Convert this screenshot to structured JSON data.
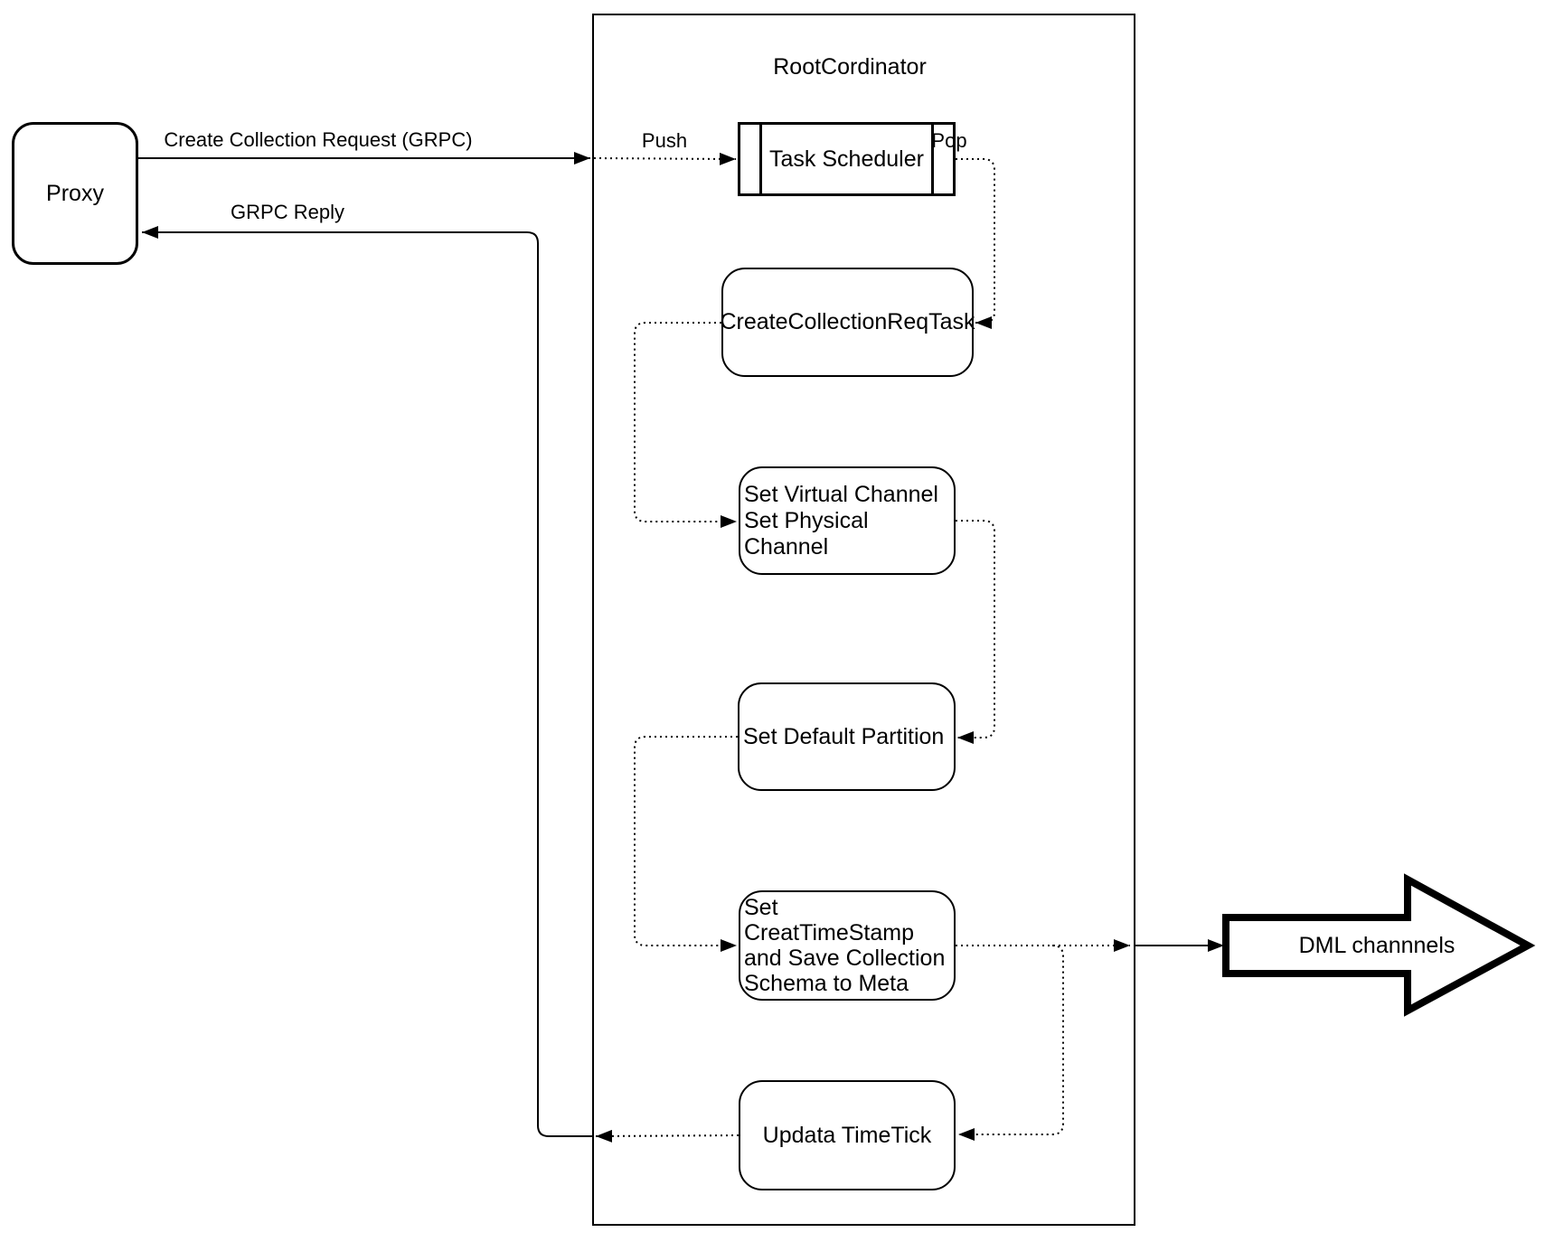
{
  "diagram": {
    "background": "#ffffff",
    "stroke_color": "#000000",
    "nodes": {
      "proxy": {
        "label": "Proxy"
      },
      "root_coordinator": {
        "title": "RootCordinator"
      },
      "task_scheduler": {
        "label": "Task Scheduler"
      },
      "create_collection_req_task": {
        "label": "CreateCollectionReqTask"
      },
      "set_channels": {
        "label": "Set Virtual Channel\nSet Physical Channel"
      },
      "set_default_partition": {
        "label": "Set Default Partition"
      },
      "set_create_timestamp": {
        "label": "Set CreatTimeStamp\nand Save Collection\nSchema to Meta"
      },
      "update_timetick": {
        "label": "Updata TimeTick"
      },
      "dml_channels": {
        "label": "DML channnels"
      }
    },
    "edge_labels": {
      "create_collection_request": "Create Collection Request (GRPC)",
      "grpc_reply": "GRPC Reply",
      "push": "Push",
      "pop": "Pop"
    }
  }
}
